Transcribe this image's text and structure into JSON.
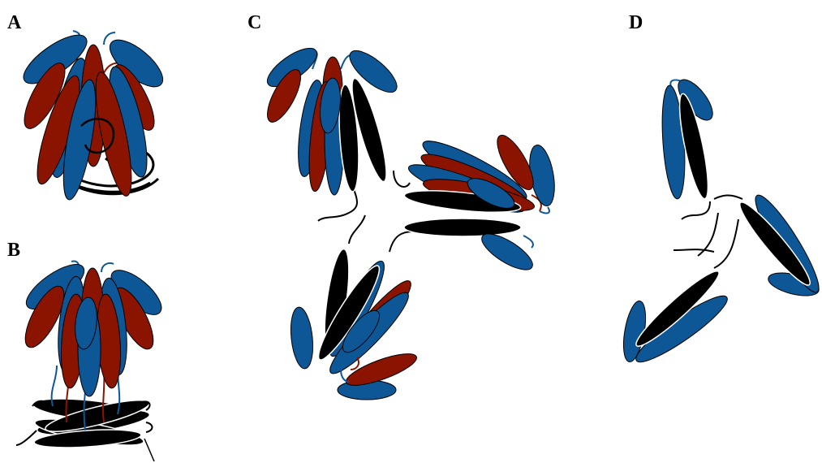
{
  "panels": {
    "a": {
      "label": "A"
    },
    "b": {
      "label": "B"
    },
    "c": {
      "label": "C"
    },
    "d": {
      "label": "D"
    }
  },
  "colors": {
    "blue": "#0d5796",
    "red": "#8b1400",
    "black": "#000000",
    "outline": "#000000",
    "background": "#ffffff"
  }
}
